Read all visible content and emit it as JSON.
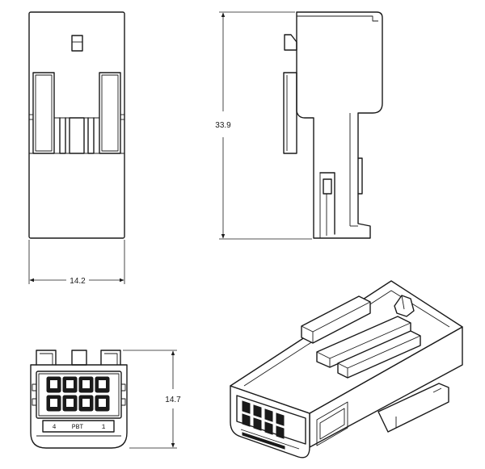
{
  "dimensions": {
    "width_front": "14.2",
    "height_side": "33.9",
    "height_end": "14.7"
  },
  "end_view_marking": {
    "left_text": "4",
    "mid_text": "PBT",
    "right_text": "1"
  }
}
